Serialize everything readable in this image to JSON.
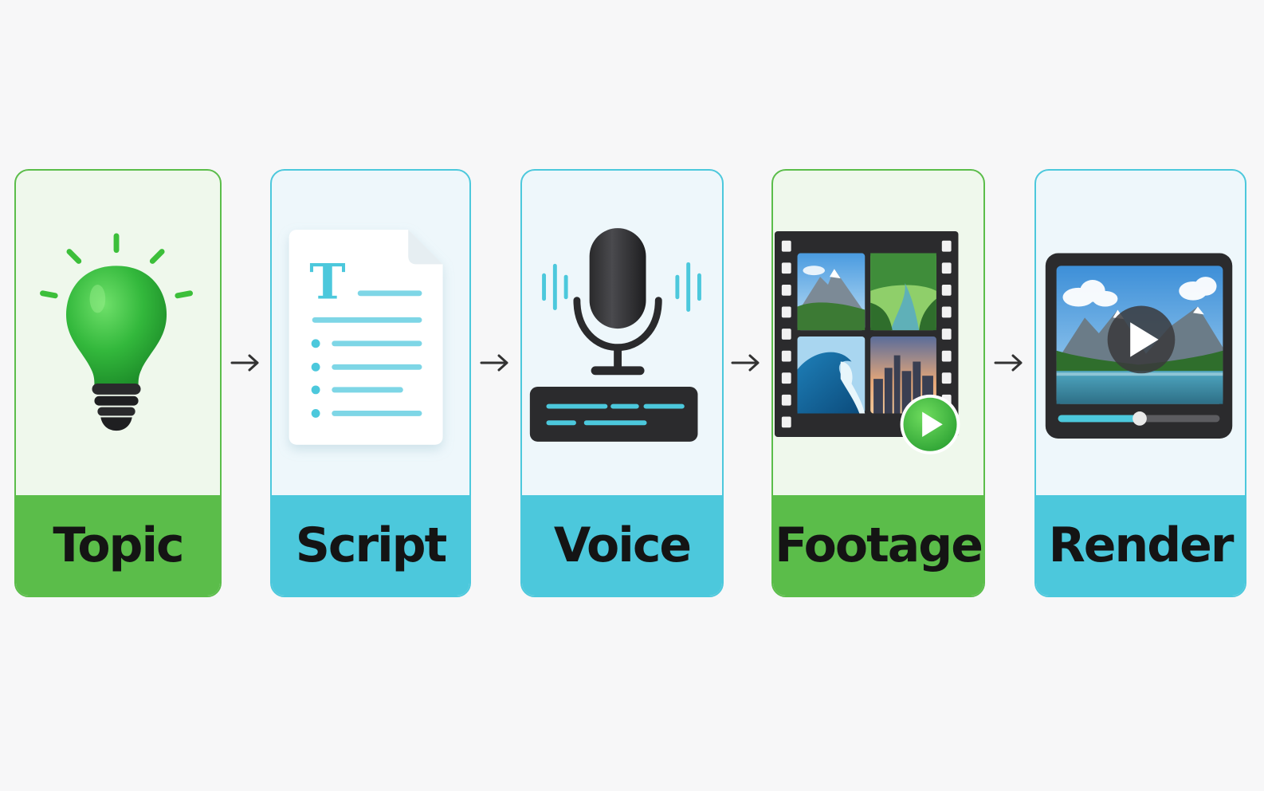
{
  "colors": {
    "green": "#5bbd4a",
    "green_light": "#eff8ec",
    "cyan": "#4cc8dc",
    "cyan_light": "#eef7fb",
    "icon_dark": "#2b2b2d",
    "bulb_green": "#33b83c"
  },
  "steps": [
    {
      "label": "Topic",
      "icon": "lightbulb-icon",
      "accent": "green"
    },
    {
      "label": "Script",
      "icon": "document-icon",
      "accent": "cyan"
    },
    {
      "label": "Voice",
      "icon": "microphone-icon",
      "accent": "cyan"
    },
    {
      "label": "Footage",
      "icon": "film-strip-icon",
      "accent": "green"
    },
    {
      "label": "Render",
      "icon": "video-player-icon",
      "accent": "cyan"
    }
  ],
  "script_doc": {
    "heading_glyph": "T"
  },
  "connector_icon": "arrow-right-icon"
}
